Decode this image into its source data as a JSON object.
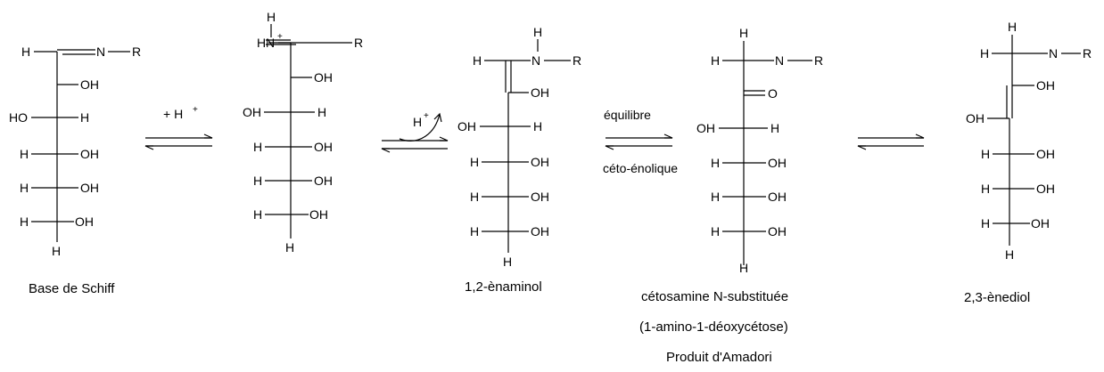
{
  "atoms": {
    "H": "H",
    "N": "N",
    "R": "R",
    "OH": "OH",
    "HO": "HO",
    "O": "O",
    "plus": "+"
  },
  "arrows": {
    "step1_label": "+ H",
    "step1_sup": "+",
    "step2_label": "H",
    "step2_sup": "+",
    "step3_label_top": "équilibre",
    "step3_label_bottom": "céto-énolique"
  },
  "captions": {
    "schiff_base": "Base de Schiff",
    "enaminol": "1,2-ènaminol",
    "ketosamine_line1": "cétosamine N-substituée",
    "ketosamine_line2": "(1-amino-1-déoxycétose)",
    "ketosamine_line3": "Produit d'Amadori",
    "enediol": "2,3-ènediol"
  }
}
